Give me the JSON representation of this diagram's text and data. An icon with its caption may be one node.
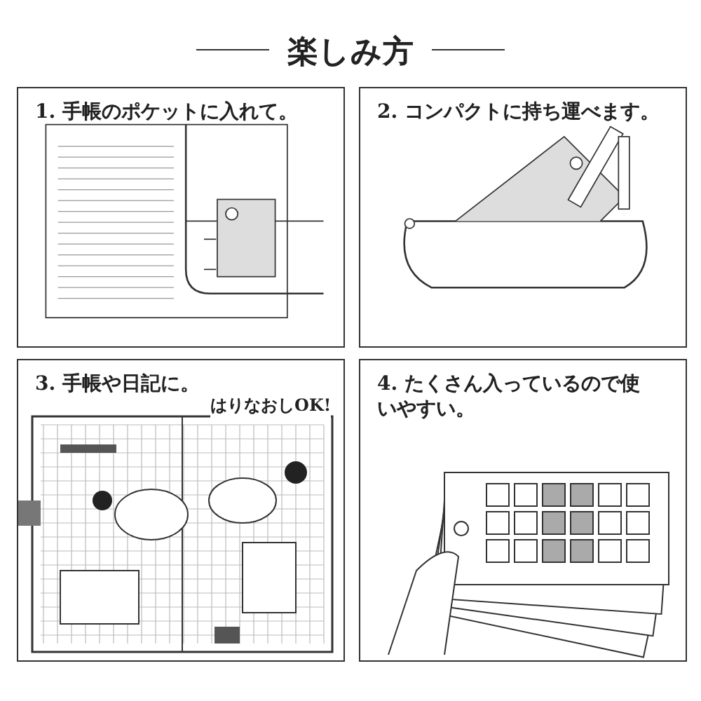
{
  "diagram": {
    "title": "楽しみ方",
    "nodes": [
      {
        "text": [
          "1. 手帳のポケットに入れて。"
        ]
      },
      {
        "text": [
          "2. コンパクトに持ち運べます。"
        ]
      },
      {
        "text": [
          "3. 手帳や日記に。"
        ]
      },
      {
        "text": [
          "4. たくさん入っているので使いやすい。"
        ]
      }
    ],
    "labels": [
      "はりなおしOK!"
    ]
  }
}
